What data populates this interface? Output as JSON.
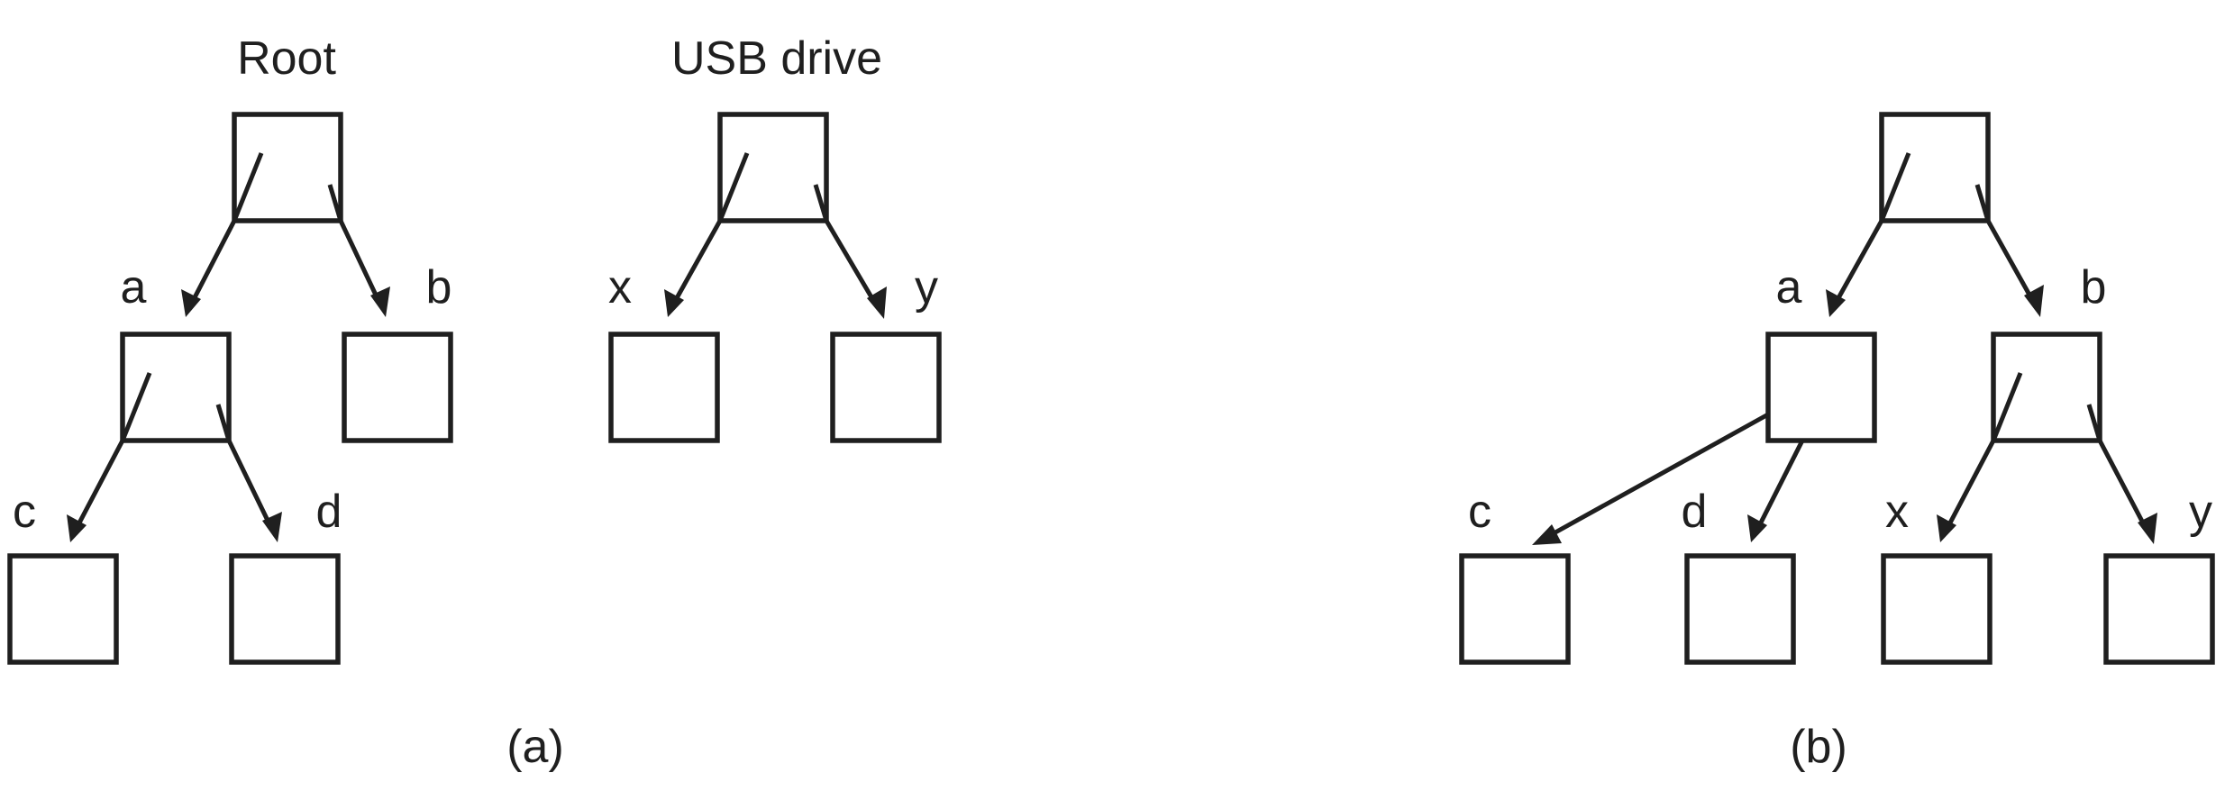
{
  "figure_a": {
    "caption": "(a)",
    "root_tree": {
      "title": "Root",
      "labels": {
        "a": "a",
        "b": "b",
        "c": "c",
        "d": "d"
      }
    },
    "usb_tree": {
      "title": "USB drive",
      "labels": {
        "x": "x",
        "y": "y"
      }
    }
  },
  "figure_b": {
    "caption": "(b)",
    "labels": {
      "a": "a",
      "b": "b",
      "c": "c",
      "d": "d",
      "x": "x",
      "y": "y"
    }
  },
  "colors": {
    "stroke": "#1f1f1f",
    "background": "#ffffff"
  }
}
